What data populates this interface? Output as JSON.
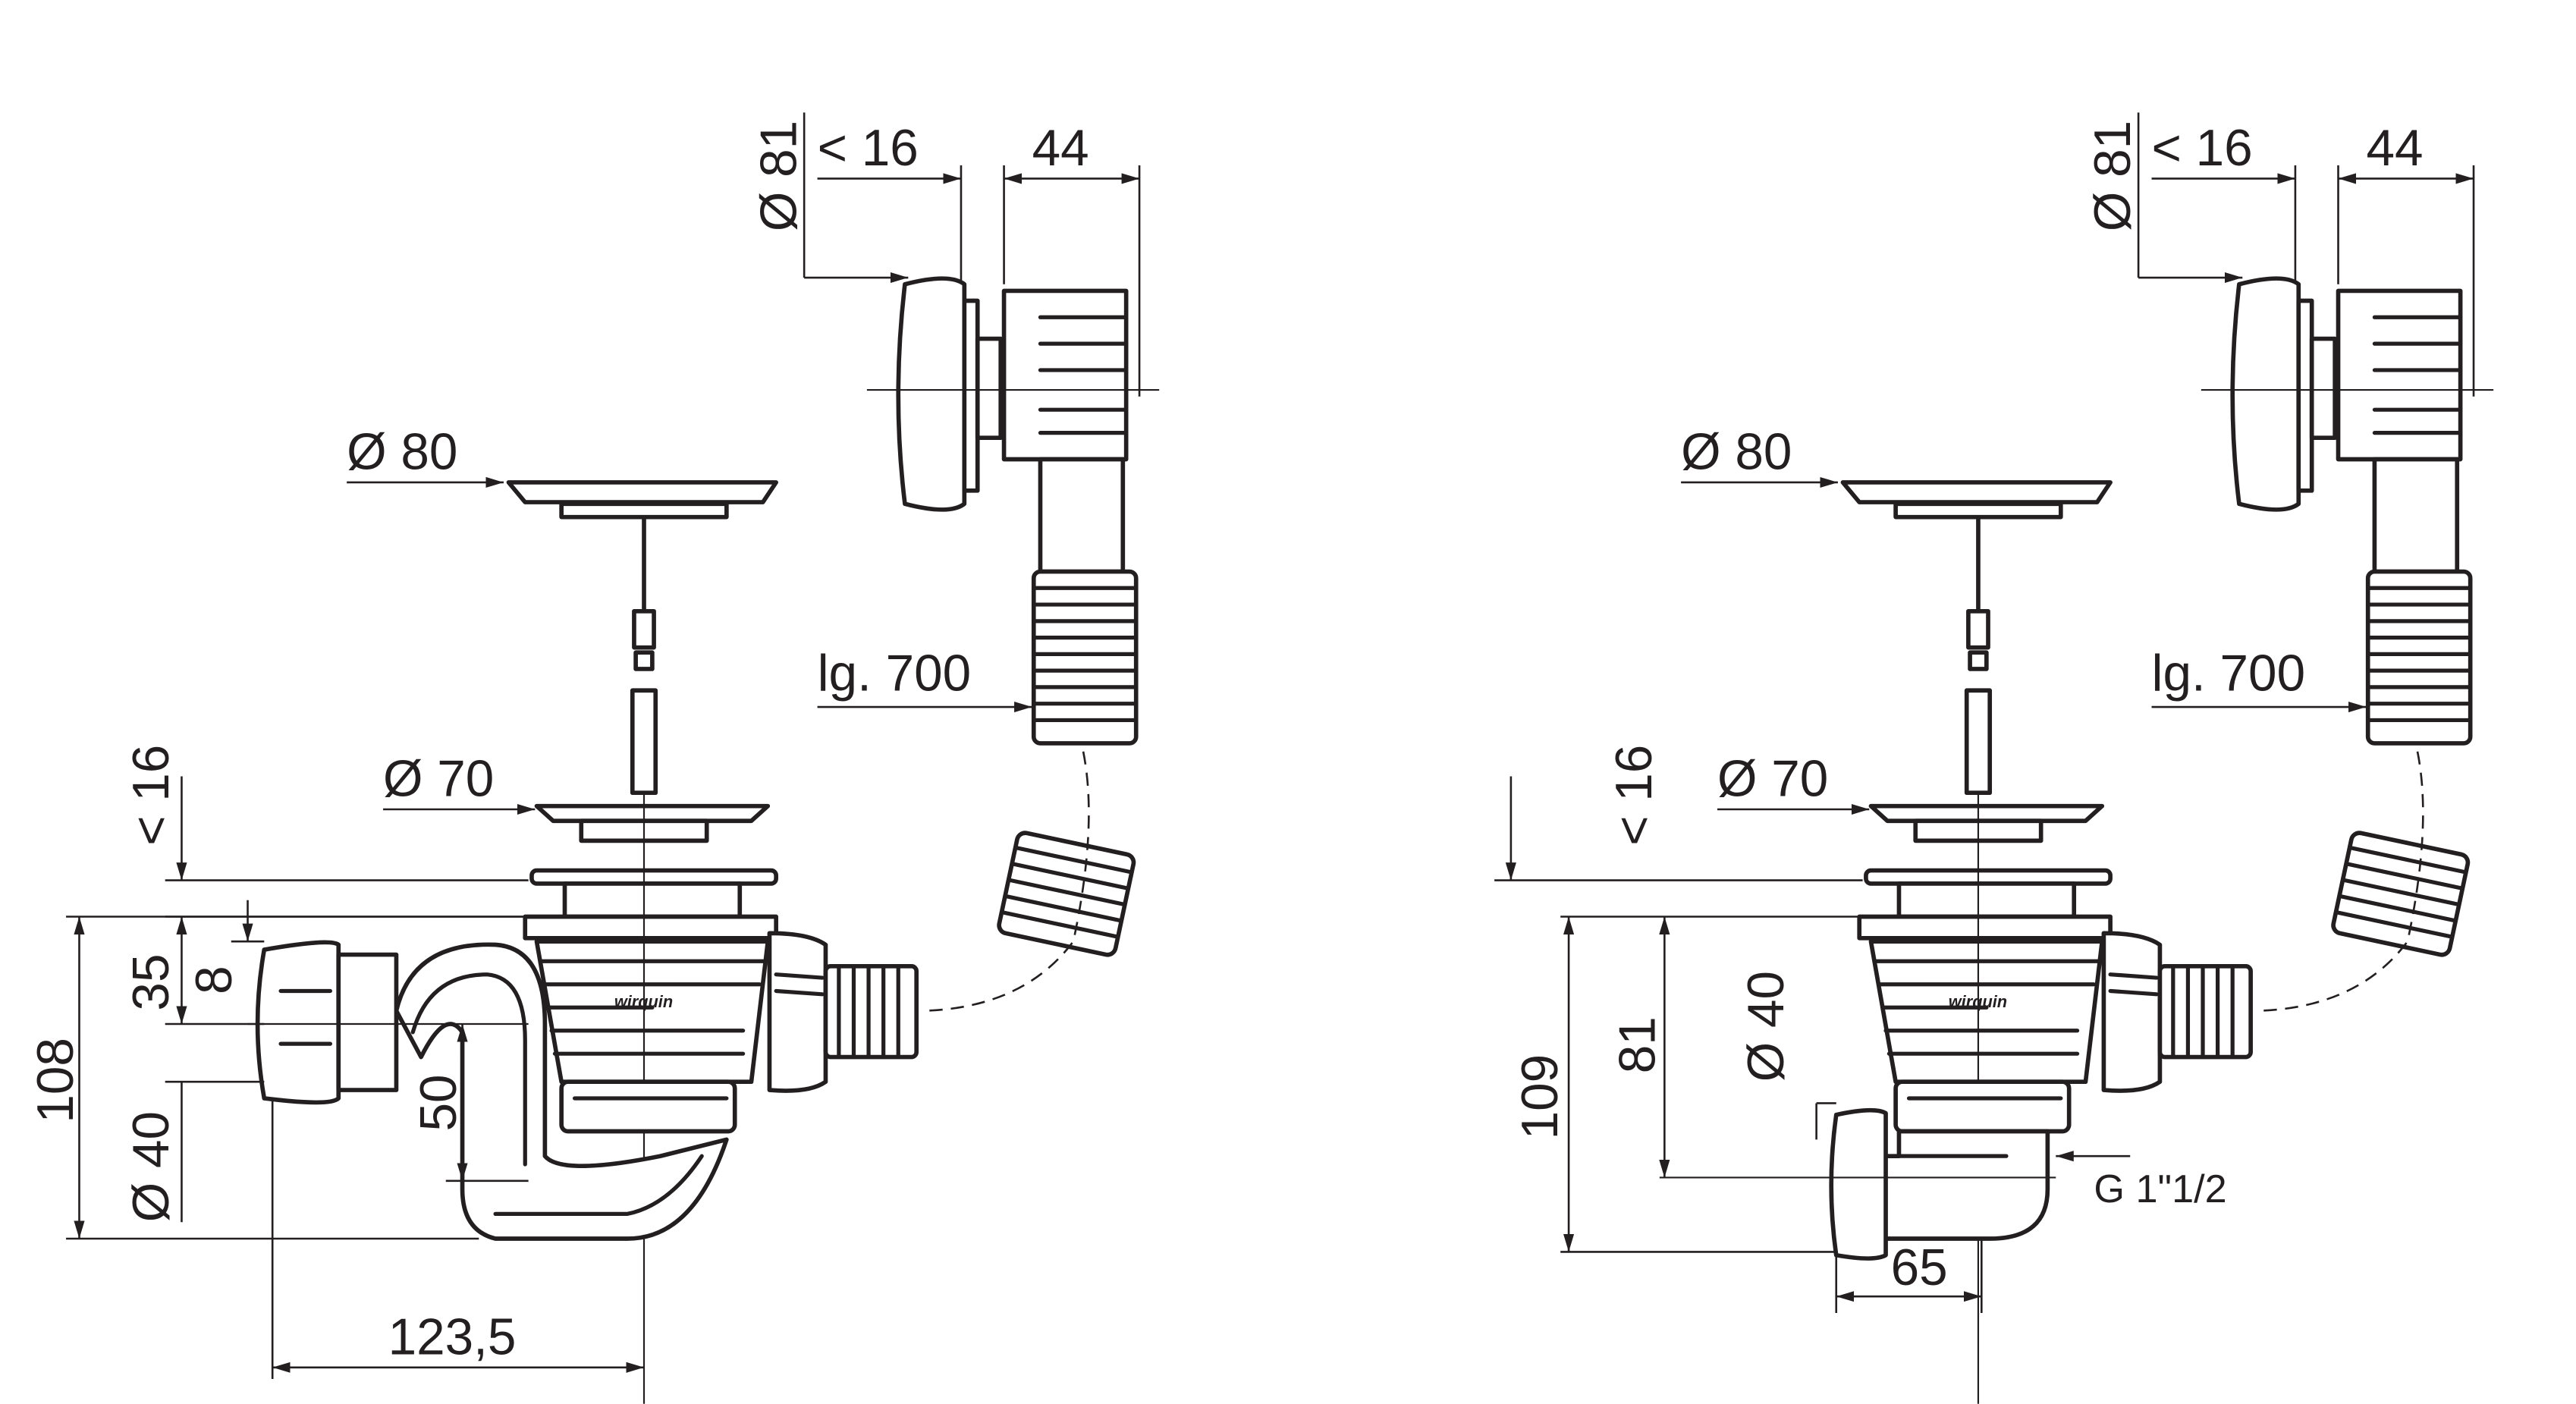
{
  "logo_text": "wirquin",
  "left_drawing": {
    "overflow_diameter": "Ø 81",
    "overflow_thickness": "< 16",
    "overflow_depth": "44",
    "plug_diameter": "Ø 80",
    "hose_length": "lg. 700",
    "waste_thickness": "< 16",
    "waste_diameter": "Ø 70",
    "height_35": "35",
    "height_8": "8",
    "total_height": "108",
    "outlet_diameter": "Ø 40",
    "trap_seal": "50",
    "outlet_offset": "123,5"
  },
  "right_drawing": {
    "overflow_diameter": "Ø 81",
    "overflow_thickness": "< 16",
    "overflow_depth": "44",
    "plug_diameter": "Ø 80",
    "hose_length": "lg. 700",
    "waste_thickness": "< 16",
    "waste_diameter": "Ø 70",
    "total_height": "109",
    "height_81": "81",
    "outlet_diameter": "Ø 40",
    "thread": "G 1\"1/2",
    "outlet_offset": "65"
  }
}
